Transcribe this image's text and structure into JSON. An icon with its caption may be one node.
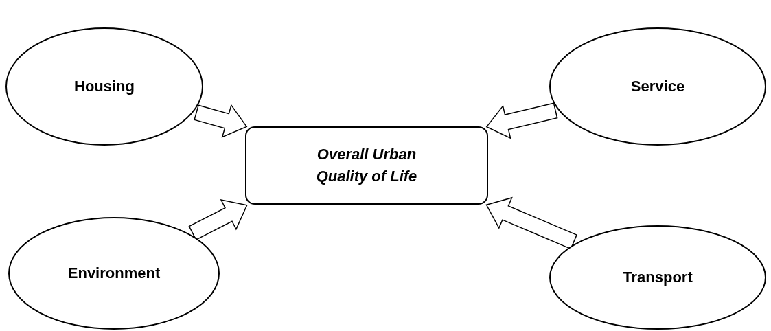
{
  "diagram": {
    "nodes": [
      {
        "text": [
          "Housing"
        ]
      },
      {
        "text": [
          "Service"
        ]
      },
      {
        "text": [
          "Overall Urban Quality of Life"
        ]
      },
      {
        "text": [
          "Environment"
        ]
      },
      {
        "text": [
          "Transport"
        ]
      }
    ],
    "edges": [
      {
        "from": 0,
        "to": 2,
        "arrow": "to"
      },
      {
        "from": 1,
        "to": 2,
        "arrow": "to"
      },
      {
        "from": 3,
        "to": 2,
        "arrow": "to"
      },
      {
        "from": 4,
        "to": 2,
        "arrow": "to"
      }
    ]
  }
}
